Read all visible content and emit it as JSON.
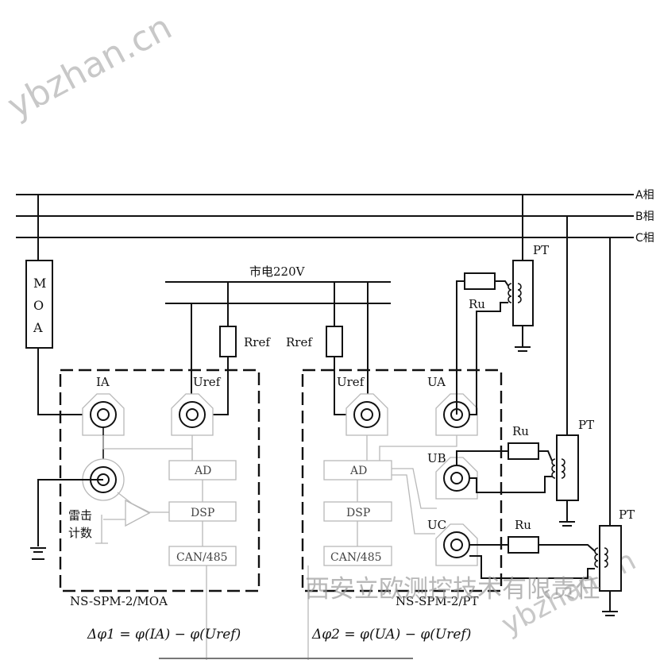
{
  "watermarks": {
    "top_left": "ybzhan.cn",
    "bottom_right": "ybzhan.cn",
    "company": "西安立欧测控技术有限责任"
  },
  "phases": [
    "A相",
    "B相",
    "C相"
  ],
  "mains_label": "市电220V",
  "moa_letters": [
    "M",
    "O",
    "A"
  ],
  "pt_label": "PT",
  "ru_label": "Ru",
  "rref_label": "Rref",
  "module_moa": {
    "name": "NS-SPM-2/MOA",
    "ia": "IA",
    "uref": "Uref",
    "ad": "AD",
    "dsp": "DSP",
    "can": "CAN/485",
    "counter": "雷击\n计数",
    "counter_line1": "雷击",
    "counter_line2": "计数",
    "formula": "Δφ1 = φ(IA) − φ(Uref)"
  },
  "module_pt": {
    "name": "NS-SPM-2/PT",
    "uref": "Uref",
    "ua": "UA",
    "ub": "UB",
    "uc": "UC",
    "ad": "AD",
    "dsp": "DSP",
    "can": "CAN/485",
    "formula": "Δφ2 = φ(UA) − φ(Uref)"
  }
}
